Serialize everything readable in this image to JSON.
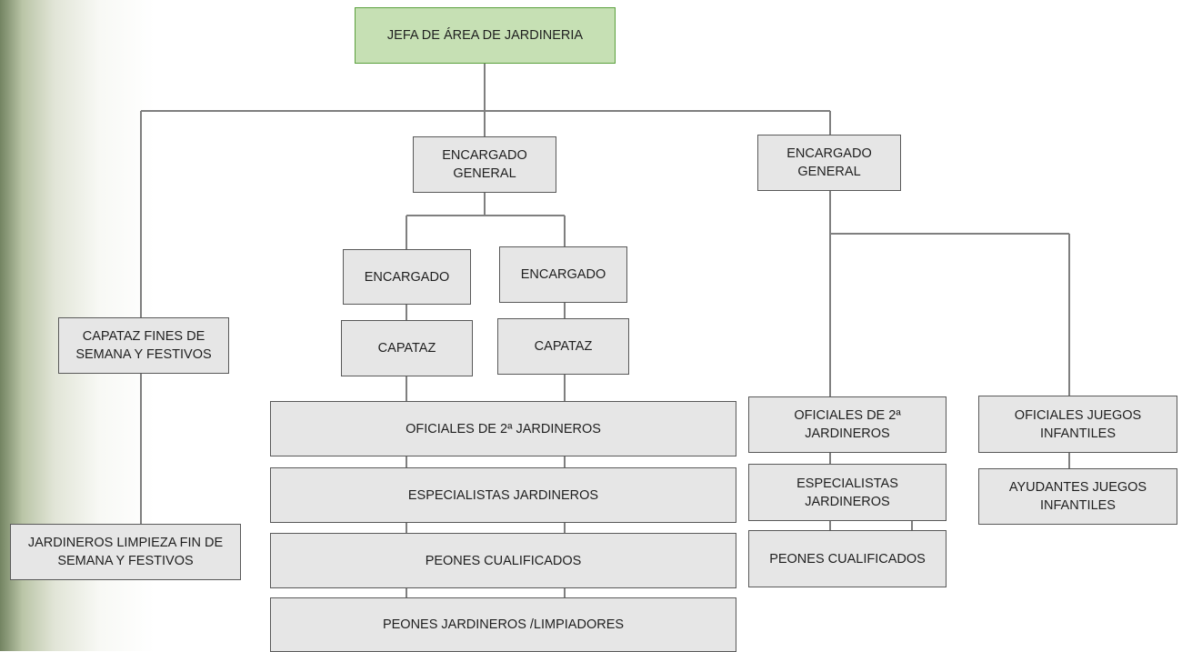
{
  "chart": {
    "root": "JEFA DE ÁREA DE JARDINERIA",
    "left_branch": {
      "capataz": "CAPATAZ FINES DE\nSEMANA Y FESTIVOS",
      "jardineros": "JARDINEROS LIMPIEZA FIN DE\nSEMANA Y FESTIVOS"
    },
    "center_branch": {
      "encargado_general": "ENCARGADO\nGENERAL",
      "encargado_1": "ENCARGADO",
      "encargado_2": "ENCARGADO",
      "capataz_1": "CAPATAZ",
      "capataz_2": "CAPATAZ",
      "oficiales": "OFICIALES DE 2ª JARDINEROS",
      "especialistas": "ESPECIALISTAS JARDINEROS",
      "peones_cualificados": "PEONES CUALIFICADOS",
      "peones_jardineros": "PEONES JARDINEROS /LIMPIADORES"
    },
    "right_branch": {
      "encargado_general": "ENCARGADO\nGENERAL",
      "oficiales": "OFICIALES DE 2ª\nJARDINEROS",
      "especialistas": "ESPECIALISTAS\nJARDINEROS",
      "peones_cualificados": "PEONES CUALIFICADOS",
      "oficiales_juegos": "OFICIALES JUEGOS\nINFANTILES",
      "ayudantes_juegos": "AYUDANTES JUEGOS\nINFANTILES"
    }
  },
  "colors": {
    "root_fill": "#c6e0b4",
    "root_border": "#5aa03c",
    "box_fill": "#e6e6e6",
    "box_border": "#595959",
    "connector": "#7f7f7f"
  }
}
